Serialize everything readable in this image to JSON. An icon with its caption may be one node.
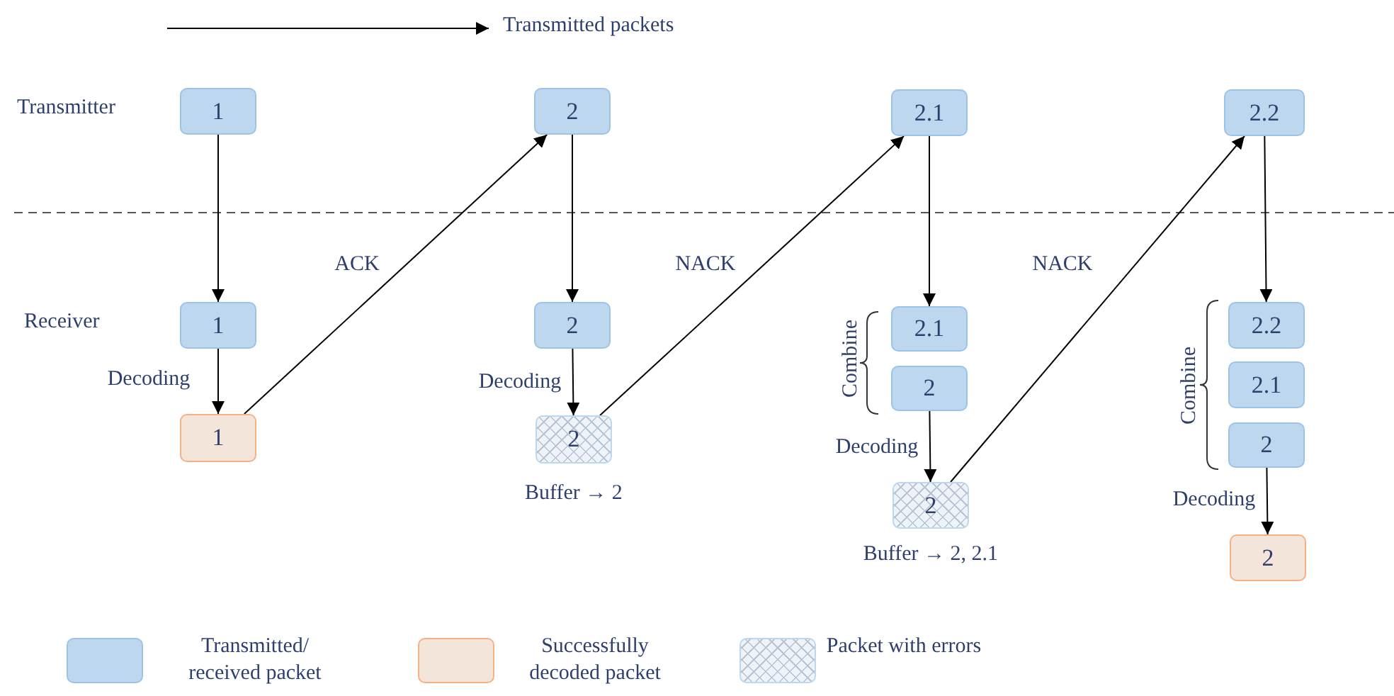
{
  "diagram": {
    "nodes": [
      {
        "text": [
          "1"
        ]
      },
      {
        "text": [
          "2"
        ]
      },
      {
        "text": [
          "2.1"
        ]
      },
      {
        "text": [
          "2.2"
        ]
      },
      {
        "text": [
          "1"
        ]
      },
      {
        "text": [
          "1"
        ]
      },
      {
        "text": [
          "2"
        ]
      },
      {
        "text": [
          "2"
        ],
        "beside": [
          "Buffer → 2"
        ]
      },
      {
        "text": [
          "2.1"
        ]
      },
      {
        "text": [
          "2"
        ]
      },
      {
        "text": [
          "2"
        ],
        "beside": [
          "Buffer → 2, 2.1"
        ]
      },
      {
        "text": [
          "2.2"
        ]
      },
      {
        "text": [
          "2.1"
        ]
      },
      {
        "text": [
          "2"
        ]
      },
      {
        "text": [
          "2"
        ]
      }
    ],
    "edges": [
      {
        "from": 0,
        "to": 4,
        "arrow": "to"
      },
      {
        "from": 4,
        "to": 5,
        "arrow": "to",
        "label": "Decoding"
      },
      {
        "from": 5,
        "to": 1,
        "arrow": "to",
        "label": "ACK"
      },
      {
        "from": 1,
        "to": 6,
        "arrow": "to"
      },
      {
        "from": 6,
        "to": 7,
        "arrow": "to",
        "label": "Decoding"
      },
      {
        "from": 7,
        "to": 2,
        "arrow": "to",
        "label": "NACK"
      },
      {
        "from": 2,
        "to": 8,
        "arrow": "to"
      },
      {
        "from": 9,
        "to": 10,
        "arrow": "to",
        "label": "Decoding"
      },
      {
        "from": 10,
        "to": 3,
        "arrow": "to",
        "label": "NACK"
      },
      {
        "from": 3,
        "to": 11,
        "arrow": "to"
      },
      {
        "from": 13,
        "to": 14,
        "arrow": "to",
        "label": "Decoding"
      }
    ],
    "labels": [
      "Transmitted packets",
      "Transmitter",
      "Receiver",
      "Combine",
      "Combine"
    ],
    "legend": [
      {
        "text": "Transmitted/ received packet",
        "color": "#bdd7ee"
      },
      {
        "text": "Successfully decoded packet",
        "color": "#f3e5da"
      },
      {
        "text": "Packet with errors"
      }
    ]
  }
}
